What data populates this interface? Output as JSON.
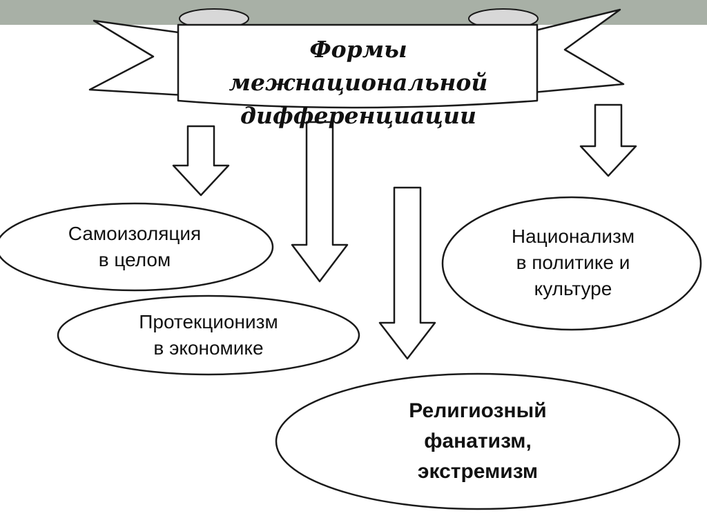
{
  "slide": {
    "top_band_color": "#a8b0a6"
  },
  "banner": {
    "title_line1": "Формы межнациональной",
    "title_line2": "дифференциации"
  },
  "nodes": {
    "self_isolation": {
      "lines": [
        "Самоизоляция",
        "в целом"
      ]
    },
    "protectionism": {
      "lines": [
        "Протекционизм",
        "в экономике"
      ]
    },
    "nationalism": {
      "lines": [
        "Национализм",
        "в политике и",
        "культуре"
      ]
    },
    "religious": {
      "lines": [
        "Религиозный",
        "фанатизм,",
        "экстремизм"
      ]
    }
  }
}
